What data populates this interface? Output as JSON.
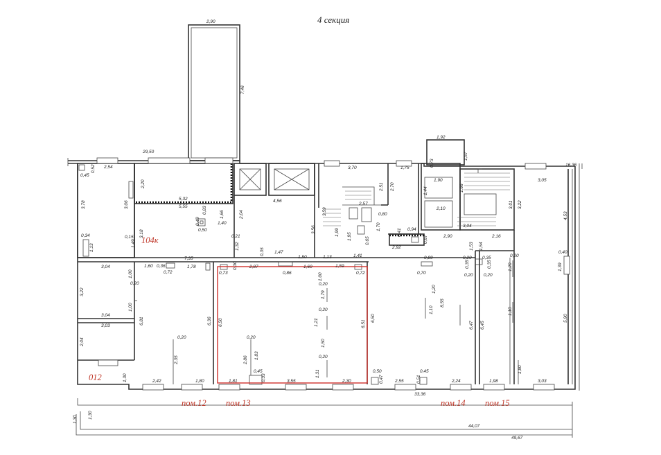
{
  "title": "4 секция",
  "labels": {
    "room_104k": "104к",
    "room_012": "012",
    "pom12": "пом.12",
    "pom13": "пом.13",
    "pom14": "пом.14",
    "pom15": "пом.15"
  },
  "dims": {
    "shaft_w": "2,90",
    "shaft_h": "7,46",
    "top_len": "29,50",
    "right_top": "16,36",
    "stair_top_w": "1,92",
    "stair_top_h1": "0,73",
    "stair_top_h2": "1,57",
    "d254": "2,54",
    "d045": "0,45",
    "d052": "0,52",
    "d378": "3,78",
    "d034": "0,34",
    "d113": "1,13",
    "d220": "2,20",
    "d306": "3,06",
    "d015": "0,15",
    "d149": "1,49",
    "d318": "3,18",
    "d532": "5,32",
    "d555": "5,55",
    "d083": "0,83",
    "d049": "0,49",
    "d050": "0,50",
    "d140": "1,40",
    "d166": "1,66",
    "d204": "2,04",
    "d021": "0,21",
    "d456": "4,56",
    "d356": "3,56",
    "d132": "1,32",
    "d370": "3,70",
    "d175": "1,75",
    "d251": "2,51",
    "d270": "2,70",
    "d257": "2,57",
    "d080": "0,80",
    "d170": "1,70",
    "d359": "3,59",
    "d199": "1,99",
    "d195": "1,95",
    "d041": "0,41",
    "d094": "0,94",
    "d067": "0,67",
    "d065": "0,65",
    "d292": "2,92",
    "d190": "1,90",
    "d144": "1,44",
    "d210": "2,10",
    "d304": "3,04",
    "d301": "3,01",
    "d305": "3,05",
    "d322": "3,22",
    "d453": "4,53",
    "d290": "2,90",
    "d216": "2,16",
    "d153": "1,53",
    "d154": "1,54",
    "d040": "0,40",
    "d139": "1,39",
    "d735": "7,35",
    "d035": "0,35",
    "d147": "1,47",
    "d150": "1,50",
    "d113b": "1,13",
    "d141": "1,41",
    "d304b": "3,04",
    "d100": "1,00",
    "d020": "0,20",
    "d160": "1,60",
    "d036": "0,36",
    "d072": "0,72",
    "d178": "1,78",
    "d030": "0,30",
    "d073": "0,73",
    "d287": "2,87",
    "d086": "0,86",
    "d159": "1,59",
    "d072b": "0,72",
    "d089": "0,89",
    "d070": "0,70",
    "d120": "1,20",
    "d322b": "3,22",
    "d304c": "3,04",
    "d100b": "1,00",
    "d303": "3,03",
    "d204b": "2,04",
    "d681": "6,81",
    "d235": "2,35",
    "d636": "6,36",
    "d650": "6,50",
    "d286": "2,86",
    "d183": "1,83",
    "d179": "1,79",
    "d121": "1,21",
    "d651": "6,51",
    "d650b": "6,50",
    "d110": "1,10",
    "d855": "8,55",
    "d647": "6,47",
    "d645": "6,45",
    "d590": "5,90",
    "d120b": "1,20",
    "d110b": "1,10",
    "d180": "1,80",
    "d242": "2,42",
    "d180b": "1,80",
    "d181": "1,81",
    "d033": "0,33",
    "d355": "3,55",
    "d131": "1,31",
    "d230": "2,30",
    "d047": "0,47",
    "d255": "2,55",
    "d051": "0,51",
    "d224": "2,24",
    "d198": "1,98",
    "d303b": "3,03",
    "d130": "1,30",
    "d3336": "33,36",
    "d130b": "1,30",
    "d130c": "1,30",
    "d4407": "44,07",
    "d4967": "49,67"
  }
}
